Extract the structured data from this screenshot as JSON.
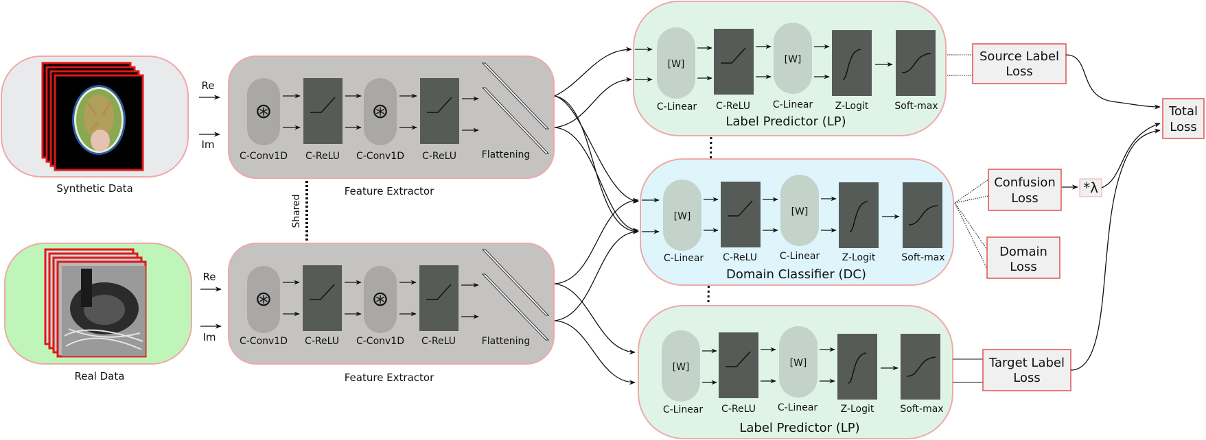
{
  "inputs": {
    "synthetic_label": "Synthetic Data",
    "real_label": "Real Data",
    "re_label": "Re",
    "im_label": "Im"
  },
  "feature_extractor": {
    "title": "Feature Extractor",
    "conv_label": "C-Conv1D",
    "relu_label": "C-ReLU",
    "flatten_label": "Flattening",
    "shared_label": "Shared",
    "conv_symbol": "⊛"
  },
  "label_predictor": {
    "title": "Label Predictor (LP)",
    "linear_label": "C-Linear",
    "relu_label": "C-ReLU",
    "zlogit_label": "Z-Logit",
    "softmax_label": "Soft-max",
    "weight_symbol": "[W]"
  },
  "domain_classifier": {
    "title": "Domain Classifier (DC)"
  },
  "losses": {
    "source_line1": "Source Label",
    "source_line2": "Loss",
    "confusion_line1": "Confusion",
    "confusion_line2": "Loss",
    "domain_line1": "Domain",
    "domain_line2": "Loss",
    "target_line1": "Target Label",
    "target_line2": "Loss",
    "total_line1": "Total",
    "total_line2": "Loss",
    "lambda": "*λ"
  },
  "colors": {
    "input_synthetic_bg": "#e8eaec",
    "input_real_bg": "#bff5b8",
    "extractor_bg": "#c4c3c2",
    "lp_bg": "#dff4e6",
    "dc_bg": "#def6fb",
    "dark_block": "#565b58",
    "linear_pill": "#c3d3ca",
    "conv_pill": "#a9a8a7",
    "outline_pink": "#f0a8a8",
    "loss_border": "#e05050",
    "loss_bg": "#f0f0f0"
  }
}
